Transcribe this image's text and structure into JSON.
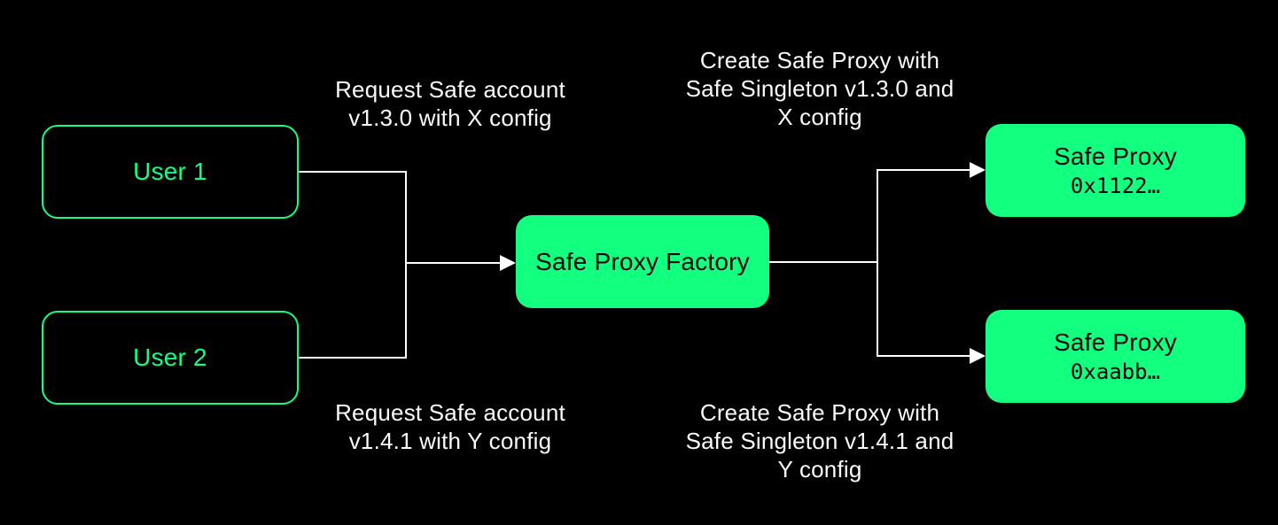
{
  "diagram": {
    "nodes": {
      "user1": {
        "label": "User 1"
      },
      "user2": {
        "label": "User 2"
      },
      "factory": {
        "label": "Safe Proxy Factory"
      },
      "proxy1": {
        "title": "Safe Proxy",
        "address": "0x1122…"
      },
      "proxy2": {
        "title": "Safe Proxy",
        "address": "0xaabb…"
      }
    },
    "labels": {
      "request_top": "Request Safe account\nv1.3.0 with X config",
      "create_top": "Create Safe Proxy with\nSafe Singleton v1.3.0 and\nX config",
      "request_bottom": "Request Safe account\nv1.4.1 with Y config",
      "create_bottom": "Create Safe Proxy with\nSafe Singleton v1.4.1 and\nY config"
    },
    "colors": {
      "background": "#000000",
      "green": "#12FF80",
      "line": "#FFFFFF",
      "text_on_green": "#060606",
      "label_text": "#FAFAFA"
    }
  }
}
